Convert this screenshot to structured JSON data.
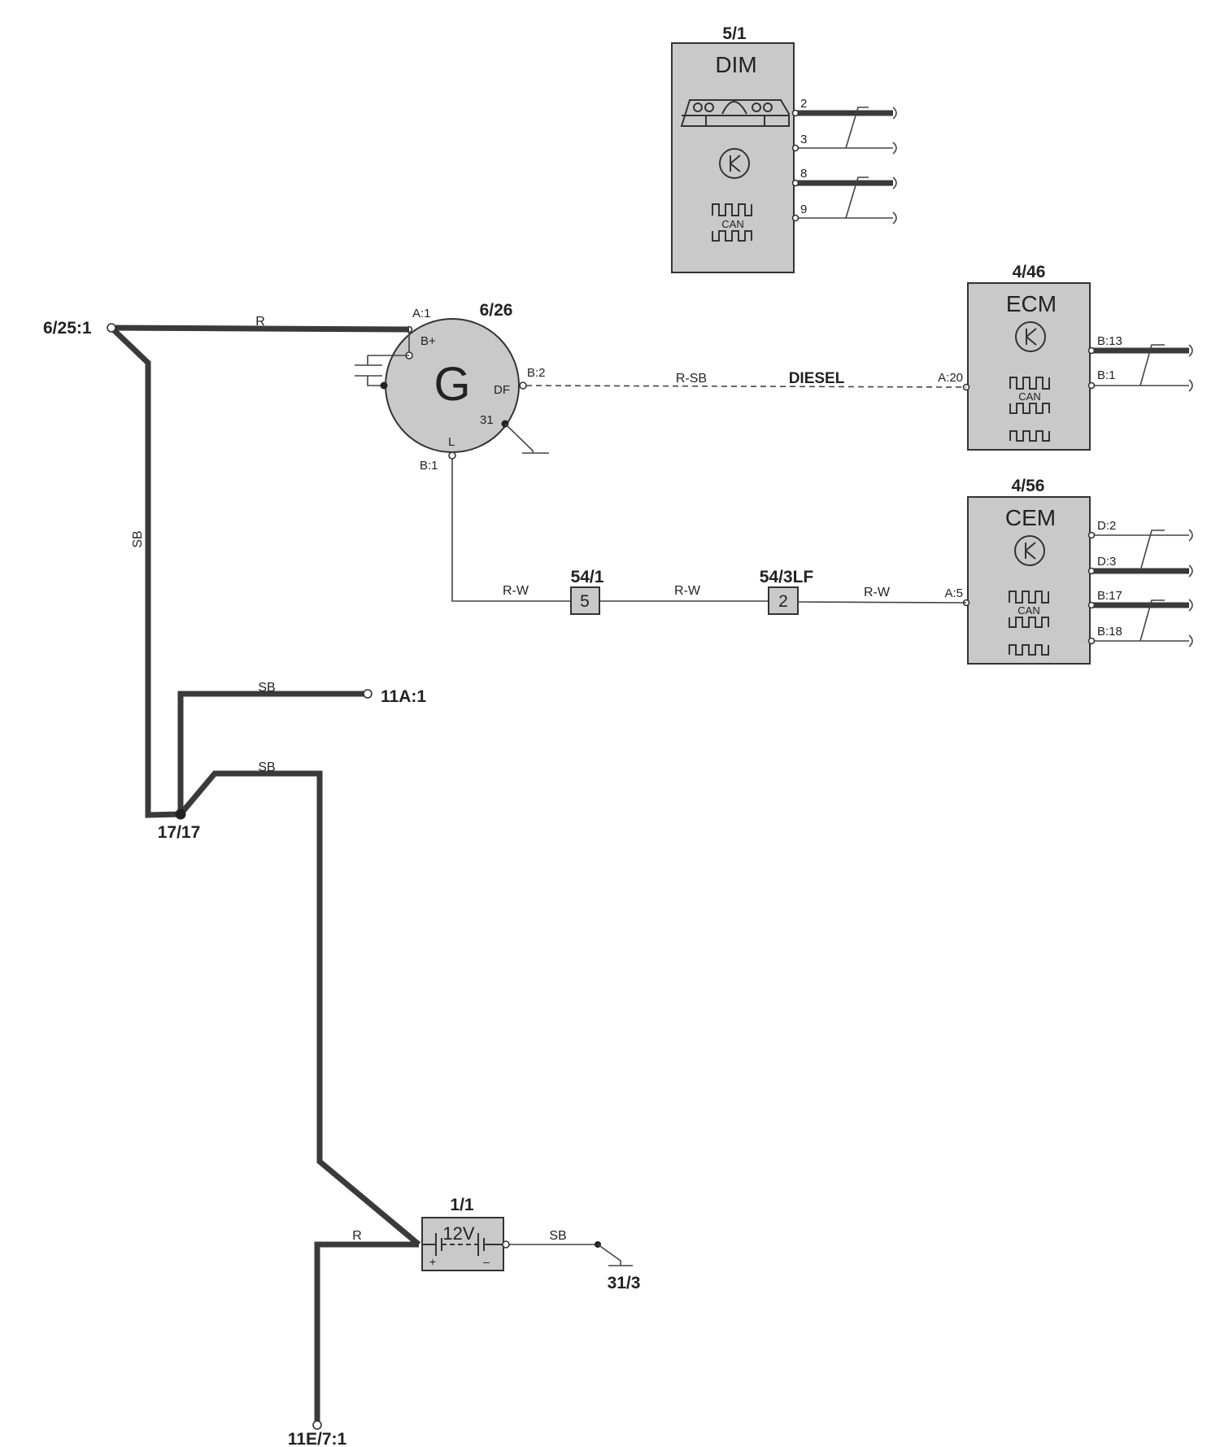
{
  "components": {
    "dim": {
      "id": "5/1",
      "name": "DIM",
      "pins": [
        "2",
        "3",
        "8",
        "9"
      ]
    },
    "ecm": {
      "id": "4/46",
      "name": "ECM",
      "pins": [
        "B:13",
        "B:1",
        "A:20"
      ]
    },
    "cem": {
      "id": "4/56",
      "name": "CEM",
      "pins": [
        "D:2",
        "D:3",
        "B:17",
        "B:18",
        "A:5"
      ]
    },
    "generator": {
      "id": "6/26",
      "symbol": "G",
      "terminals": [
        "A:1",
        "B+",
        "B:2",
        "DF",
        "31",
        "L",
        "B:1"
      ]
    },
    "battery": {
      "id": "1/1",
      "voltage": "12V",
      "plus": "+",
      "minus": "–"
    },
    "connector_54_1": {
      "id": "54/1",
      "pin": "5"
    },
    "connector_54_3lf": {
      "id": "54/3LF",
      "pin": "2"
    }
  },
  "can_label": "CAN",
  "connections": {
    "c6_25_1": "6/25:1",
    "c11a_1": "11A:1",
    "c17_17": "17/17",
    "c31_3": "31/3",
    "c11e_7_1": "11E/7:1"
  },
  "wires": {
    "r_gen": "R",
    "sb_main": "SB",
    "sb_11a": "SB",
    "sb_batt": "SB",
    "rsb": "R-SB",
    "diesel_note": "DIESEL",
    "rw1": "R-W",
    "rw2": "R-W",
    "rw3": "R-W",
    "r_batt": "R",
    "sb_ground": "SB"
  }
}
